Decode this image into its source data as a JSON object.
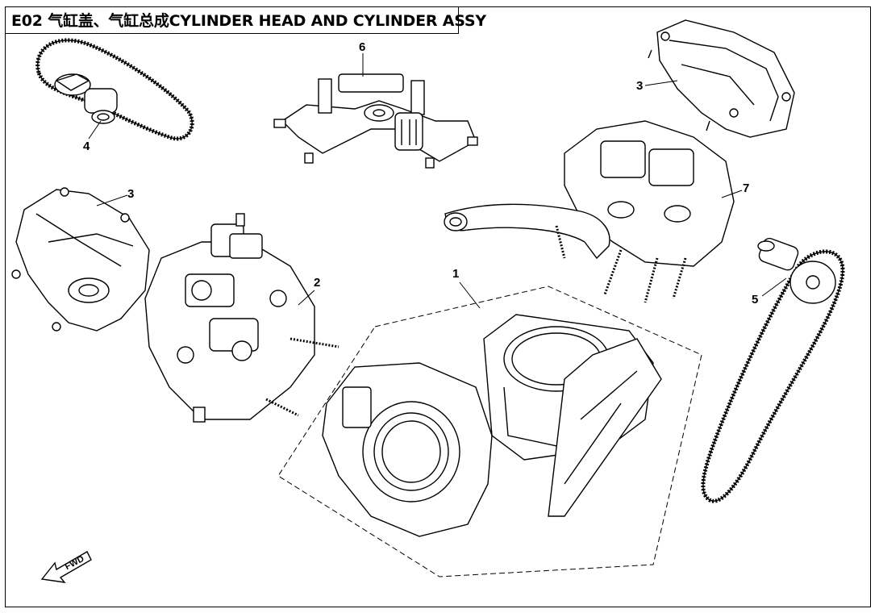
{
  "title": "E02 气缸盖、气缸总成CYLINDER HEAD AND CYLINDER ASSY",
  "direction_label": "FWD",
  "callouts": {
    "c1": "1",
    "c2": "2",
    "c3a": "3",
    "c3b": "3",
    "c4": "4",
    "c5": "5",
    "c6": "6",
    "c7": "7"
  },
  "line_color": "#000000",
  "background_color": "#ffffff"
}
